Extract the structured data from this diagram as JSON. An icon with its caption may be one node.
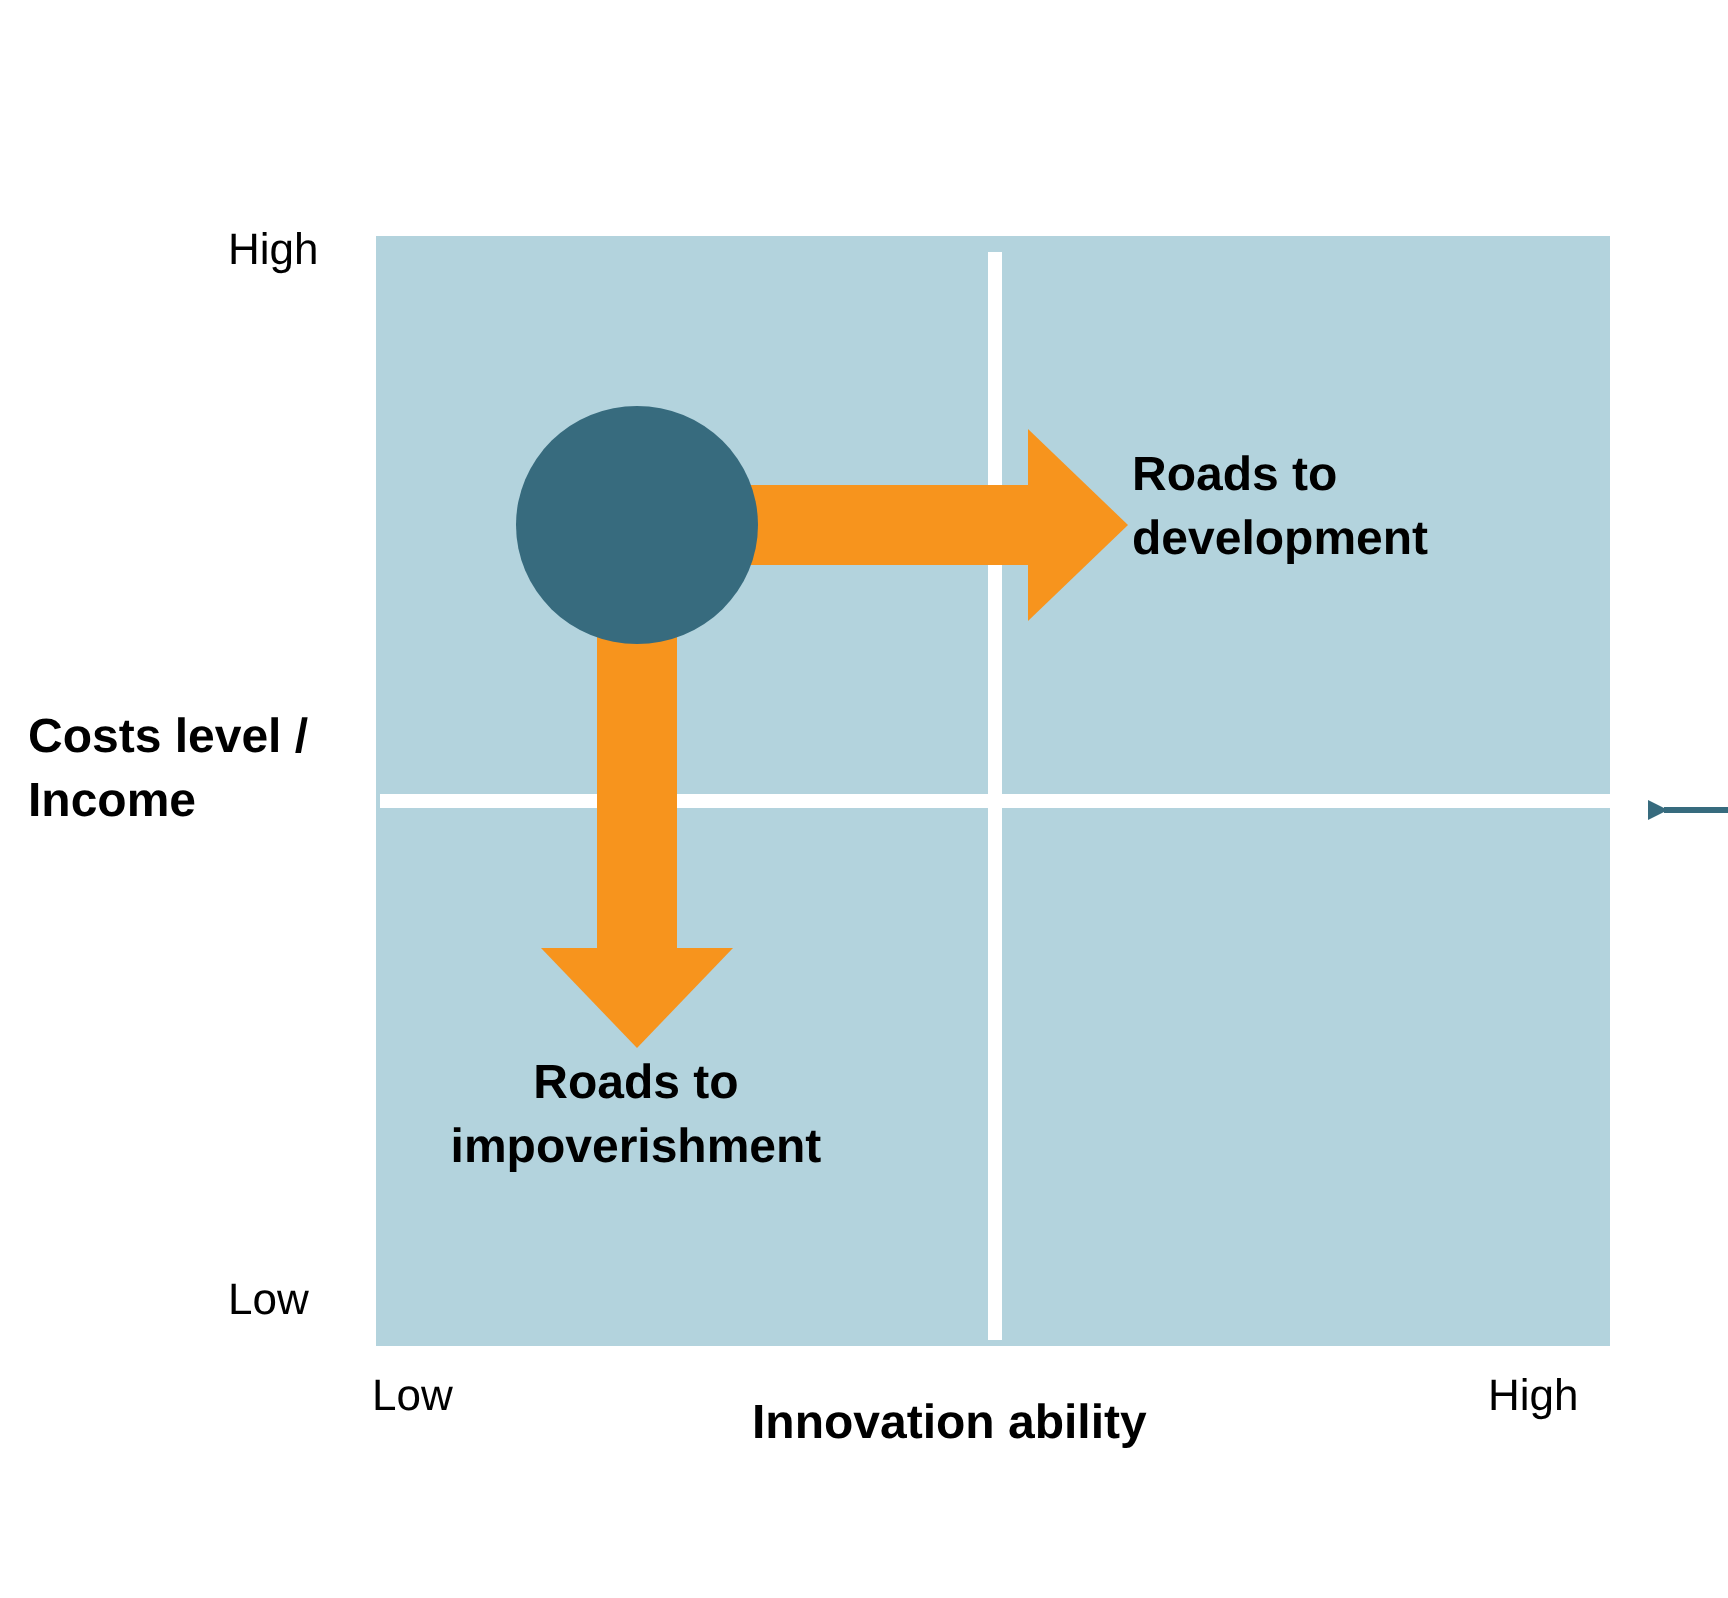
{
  "diagram": {
    "nodes": [
      {
        "text": [],
        "shape": "circle"
      },
      {
        "text": [
          "Roads to development"
        ]
      },
      {
        "text": [
          "Roads to impoverishment"
        ]
      }
    ],
    "edges": [
      {
        "from": 0,
        "to": 1,
        "arrow": "to"
      },
      {
        "from": 0,
        "to": 2,
        "arrow": "to"
      }
    ],
    "labels": [
      "High",
      "Costs level / Income",
      "Low",
      "Low",
      "High",
      "Innovation ability"
    ]
  }
}
